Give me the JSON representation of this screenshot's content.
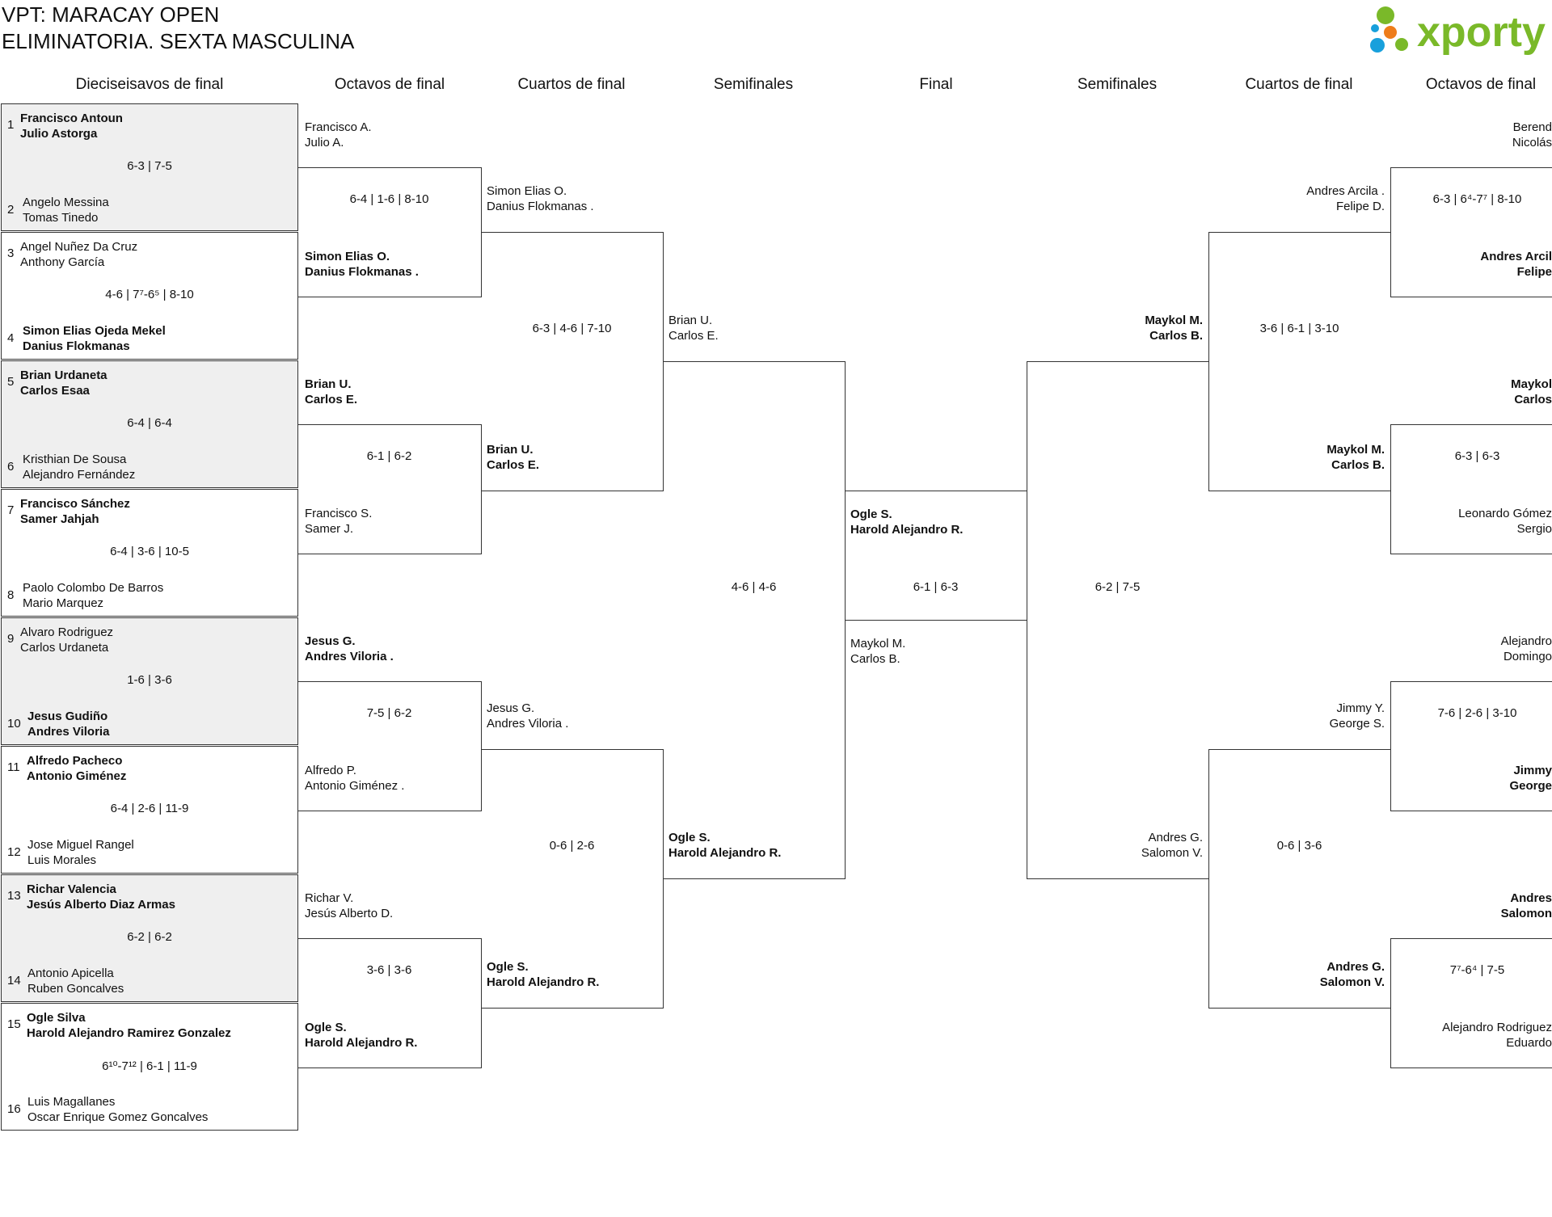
{
  "title": {
    "line1": "VPT: MARACAY OPEN",
    "line2": "ELIMINATORIA. SEXTA MASCULINA"
  },
  "logo": {
    "text": "xporty",
    "colors": {
      "green": "#7ab929",
      "orange": "#ee7d1a",
      "blue": "#18a0dc"
    }
  },
  "headers": [
    "Dieciseisavos de final",
    "Octavos de final",
    "Cuartos de final",
    "Semifinales",
    "Final",
    "Semifinales",
    "Cuartos de final",
    "Octavos de final"
  ],
  "round32": [
    {
      "top_seed": "1",
      "top": [
        "Francisco Antoun",
        "Julio Astorga"
      ],
      "bot_seed": "2",
      "bot": [
        "Angelo Messina",
        "Tomas Tinedo"
      ],
      "score": "6-3 | 7-5",
      "winner": "top"
    },
    {
      "top_seed": "3",
      "top": [
        "Angel Nuñez Da Cruz",
        "Anthony García"
      ],
      "bot_seed": "4",
      "bot": [
        "Simon Elias Ojeda Mekel",
        "Danius Flokmanas"
      ],
      "score": "4-6 | 7⁷-6⁵ | 8-10",
      "winner": "bot"
    },
    {
      "top_seed": "5",
      "top": [
        "Brian Urdaneta",
        "Carlos Esaa"
      ],
      "bot_seed": "6",
      "bot": [
        "Kristhian De Sousa",
        "Alejandro Fernández"
      ],
      "score": "6-4 | 6-4",
      "winner": "top"
    },
    {
      "top_seed": "7",
      "top": [
        "Francisco Sánchez",
        "Samer Jahjah"
      ],
      "bot_seed": "8",
      "bot": [
        "Paolo Colombo De Barros",
        "Mario Marquez"
      ],
      "score": "6-4 | 3-6 | 10-5",
      "winner": "top"
    },
    {
      "top_seed": "9",
      "top": [
        "Alvaro Rodriguez",
        "Carlos Urdaneta"
      ],
      "bot_seed": "10",
      "bot": [
        "Jesus Gudiño",
        "Andres Viloria"
      ],
      "score": "1-6 | 3-6",
      "winner": "bot"
    },
    {
      "top_seed": "11",
      "top": [
        "Alfredo Pacheco",
        "Antonio Giménez"
      ],
      "bot_seed": "12",
      "bot": [
        "Jose Miguel Rangel",
        "Luis Morales"
      ],
      "score": "6-4 | 2-6 | 11-9",
      "winner": "top"
    },
    {
      "top_seed": "13",
      "top": [
        "Richar Valencia",
        "Jesús Alberto Diaz Armas"
      ],
      "bot_seed": "14",
      "bot": [
        "Antonio Apicella",
        "Ruben Goncalves"
      ],
      "score": "6-2 | 6-2",
      "winner": "top"
    },
    {
      "top_seed": "15",
      "top": [
        "Ogle Silva",
        "Harold Alejandro Ramirez Gonzalez"
      ],
      "bot_seed": "16",
      "bot": [
        "Luis Magallanes",
        "Oscar Enrique Gomez Goncalves"
      ],
      "score": "6¹⁰-7¹² | 6-1 | 11-9",
      "winner": "top"
    }
  ],
  "left_octavos": [
    {
      "top": [
        "Francisco A.",
        "Julio A."
      ],
      "bot": [
        "Simon Elias O.",
        "Danius Flokmanas ."
      ],
      "score": "6-4 | 1-6 | 8-10",
      "winner": "bot"
    },
    {
      "top": [
        "Brian U.",
        "Carlos E."
      ],
      "bot": [
        "Francisco S.",
        "Samer J."
      ],
      "score": "6-1 | 6-2",
      "winner": "top"
    },
    {
      "top": [
        "Jesus G.",
        "Andres Viloria ."
      ],
      "bot": [
        "Alfredo P.",
        "Antonio Giménez ."
      ],
      "score": "7-5 | 6-2",
      "winner": "top"
    },
    {
      "top": [
        "Richar V.",
        "Jesús Alberto D."
      ],
      "bot": [
        "Ogle S.",
        "Harold Alejandro R."
      ],
      "score": "3-6 | 3-6",
      "winner": "bot"
    }
  ],
  "left_cuartos": [
    {
      "top": [
        "Simon Elias O.",
        "Danius Flokmanas ."
      ],
      "bot": [
        "Brian U.",
        "Carlos E."
      ],
      "score": "6-3 | 4-6 | 7-10",
      "winner": "bot"
    },
    {
      "top": [
        "Jesus G.",
        "Andres Viloria ."
      ],
      "bot": [
        "Ogle S.",
        "Harold Alejandro R."
      ],
      "score": "0-6 | 2-6",
      "winner": "bot"
    }
  ],
  "left_semi": {
    "top": [
      "Brian U.",
      "Carlos E."
    ],
    "bot": [
      "Ogle S.",
      "Harold Alejandro R."
    ],
    "score": "4-6 | 4-6",
    "winner": "bot"
  },
  "final": {
    "top": [
      "Ogle S.",
      "Harold Alejandro R."
    ],
    "bot": [
      "Maykol M.",
      "Carlos B."
    ],
    "score": "6-1 | 6-3",
    "winner": "top"
  },
  "right_semi": {
    "top": [
      "Maykol M.",
      "Carlos B."
    ],
    "bot": [
      "Andres G.",
      "Salomon V."
    ],
    "score": "6-2 | 7-5",
    "winner": "top"
  },
  "right_cuartos": [
    {
      "top": [
        "Andres Arcila .",
        "Felipe D."
      ],
      "bot": [
        "Maykol M.",
        "Carlos B."
      ],
      "score": "3-6 | 6-1 | 3-10",
      "winner": "bot"
    },
    {
      "top": [
        "Jimmy Y.",
        "George S."
      ],
      "bot": [
        "Andres G.",
        "Salomon V."
      ],
      "score": "0-6 | 3-6",
      "winner": "bot"
    }
  ],
  "right_octavos": [
    {
      "top": [
        "Berend",
        "Nicolás"
      ],
      "bot": [
        "Andres Arcil",
        "Felipe"
      ],
      "score": "6-3 | 6⁴-7⁷ | 8-10",
      "winner": "bot"
    },
    {
      "top": [
        "Maykol",
        "Carlos"
      ],
      "bot": [
        "Leonardo Gómez",
        "Sergio"
      ],
      "score": "6-3 | 6-3",
      "winner": "top"
    },
    {
      "top": [
        "Alejandro",
        "Domingo"
      ],
      "bot": [
        "Jimmy",
        "George"
      ],
      "score": "7-6 | 2-6 | 3-10",
      "winner": "bot"
    },
    {
      "top": [
        "Andres",
        "Salomon"
      ],
      "bot": [
        "Alejandro Rodriguez",
        "Eduardo"
      ],
      "score": "7⁷-6⁴ | 7-5",
      "winner": "top"
    }
  ]
}
